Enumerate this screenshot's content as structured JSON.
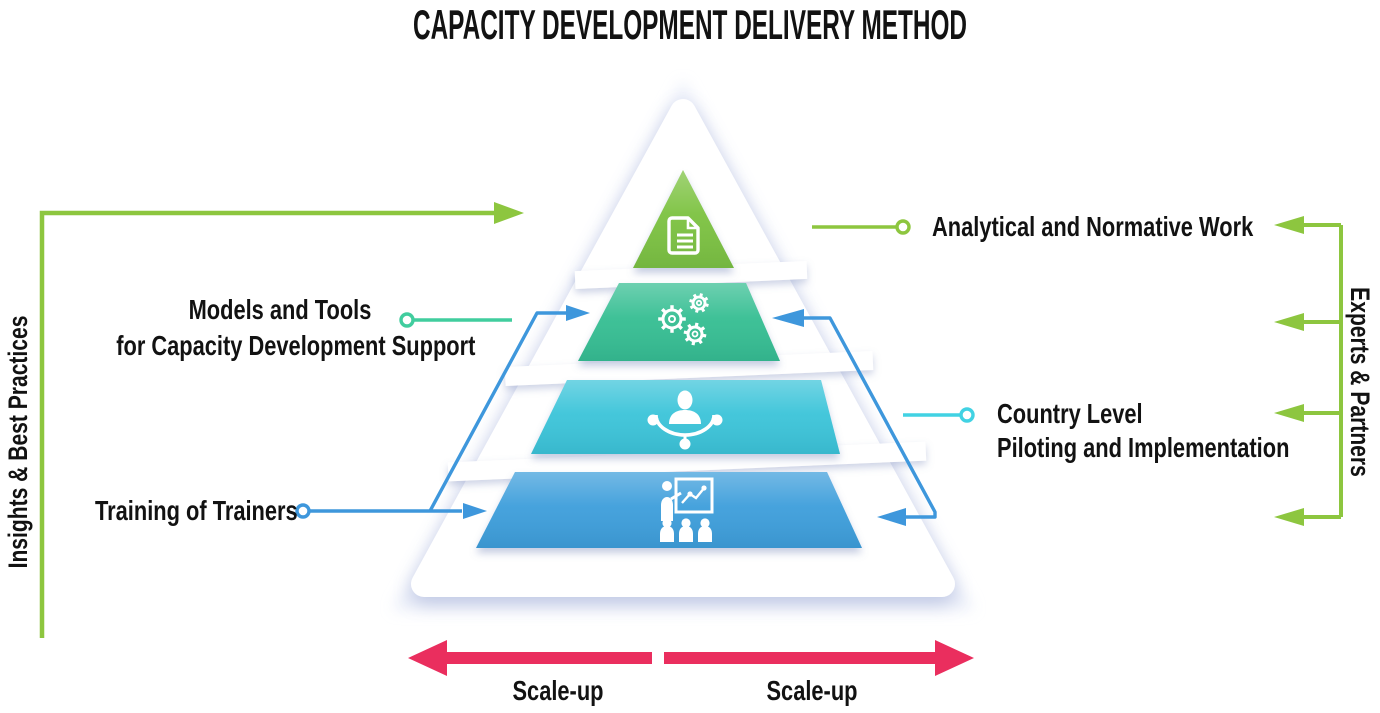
{
  "title": "CAPACITY DEVELOPMENT DELIVERY METHOD",
  "pyramid": {
    "tiers": [
      {
        "label": "Analytical and Normative Work",
        "icon": "document-icon",
        "color": "#7CC241"
      },
      {
        "label": "Models and Tools for Capacity Development Support",
        "icon": "gears-icon",
        "color": "#36BE92"
      },
      {
        "label": "Country Level Piloting and Implementation",
        "icon": "network-person-icon",
        "color": "#3BC4D9"
      },
      {
        "label": "Training of Trainers",
        "icon": "trainer-presentation-icon",
        "color": "#3C9EDB"
      }
    ]
  },
  "callouts": {
    "analytical": {
      "lines": [
        "Analytical and Normative Work"
      ]
    },
    "models": {
      "lines": [
        "Models and Tools",
        "for Capacity Development Support"
      ]
    },
    "country": {
      "lines": [
        "Country Level",
        "Piloting and Implementation"
      ]
    },
    "training": {
      "lines": [
        "Training of Trainers"
      ]
    }
  },
  "side_labels": {
    "left": "Insights & Best Practices",
    "right": "Experts & Partners"
  },
  "scale_up": {
    "left": "Scale-up",
    "right": "Scale-up"
  },
  "colors": {
    "tier_green": "#7CC241",
    "tier_teal": "#36BE92",
    "tier_cyan": "#3BC4D9",
    "tier_blue": "#3C9EDB",
    "line_green": "#8DC63F",
    "line_teal": "#41CD9E",
    "line_cyan": "#41D2E3",
    "line_blue": "#3E97DC",
    "arrow_red": "#EA2E5E",
    "text": "#121212"
  }
}
